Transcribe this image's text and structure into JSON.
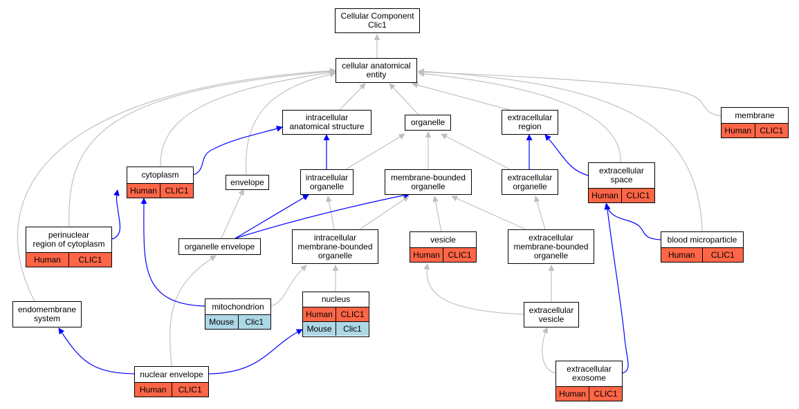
{
  "colors": {
    "is_a_edge": "#c0c0c0",
    "part_of_edge": "#0000ff",
    "human_tag": "#fe6647",
    "mouse_tag": "#add8e6",
    "node_border": "#000000"
  },
  "nodes": {
    "root": {
      "line1": "Cellular Component",
      "line2": "Clic1"
    },
    "cellular_anatomical_entity": {
      "line1": "cellular anatomical",
      "line2": "entity"
    },
    "intracellular_anatomical_structure": {
      "line1": "intracellular",
      "line2": "anatomical structure"
    },
    "organelle": {
      "line1": "organelle"
    },
    "extracellular_region": {
      "line1": "extracellular",
      "line2": "region"
    },
    "membrane": {
      "line1": "membrane",
      "tag1": {
        "species": "Human",
        "gene": "CLIC1"
      }
    },
    "cytoplasm": {
      "line1": "cytoplasm",
      "tag1": {
        "species": "Human",
        "gene": "CLIC1"
      }
    },
    "envelope": {
      "line1": "envelope"
    },
    "intracellular_organelle": {
      "line1": "intracellular",
      "line2": "organelle"
    },
    "membrane_bounded_organelle": {
      "line1": "membrane-bounded",
      "line2": "organelle"
    },
    "extracellular_organelle": {
      "line1": "extracellular",
      "line2": "organelle"
    },
    "extracellular_space": {
      "line1": "extracellular",
      "line2": "space",
      "tag1": {
        "species": "Human",
        "gene": "CLIC1"
      }
    },
    "perinuclear_region": {
      "line1": "perinuclear",
      "line2": "region of cytoplasm",
      "tag1": {
        "species": "Human",
        "gene": "CLIC1"
      }
    },
    "organelle_envelope": {
      "line1": "organelle envelope"
    },
    "intracellular_membrane_bounded_organelle": {
      "line1": "intracellular",
      "line2": "membrane-bounded",
      "line3": "organelle"
    },
    "vesicle": {
      "line1": "vesicle",
      "tag1": {
        "species": "Human",
        "gene": "CLIC1"
      }
    },
    "extracellular_membrane_bounded_organelle": {
      "line1": "extracellular",
      "line2": "membrane-bounded",
      "line3": "organelle"
    },
    "blood_microparticle": {
      "line1": "blood microparticle",
      "tag1": {
        "species": "Human",
        "gene": "CLIC1"
      }
    },
    "endomembrane_system": {
      "line1": "endomembrane",
      "line2": "system"
    },
    "mitochondrion": {
      "line1": "mitochondrion",
      "tag1": {
        "species": "Mouse",
        "gene": "Clic1"
      }
    },
    "nucleus": {
      "line1": "nucleus",
      "tag1": {
        "species": "Human",
        "gene": "CLIC1"
      },
      "tag2": {
        "species": "Mouse",
        "gene": "Clic1"
      }
    },
    "extracellular_vesicle": {
      "line1": "extracellular",
      "line2": "vesicle"
    },
    "nuclear_envelope": {
      "line1": "nuclear envelope",
      "tag1": {
        "species": "Human",
        "gene": "CLIC1"
      }
    },
    "extracellular_exosome": {
      "line1": "extracellular",
      "line2": "exosome",
      "tag1": {
        "species": "Human",
        "gene": "CLIC1"
      }
    }
  },
  "edges": [
    {
      "from": "cellular_anatomical_entity",
      "to": "root",
      "relation": "is_a"
    },
    {
      "from": "intracellular_anatomical_structure",
      "to": "cellular_anatomical_entity",
      "relation": "is_a"
    },
    {
      "from": "organelle",
      "to": "cellular_anatomical_entity",
      "relation": "is_a"
    },
    {
      "from": "extracellular_region",
      "to": "cellular_anatomical_entity",
      "relation": "is_a"
    },
    {
      "from": "membrane",
      "to": "cellular_anatomical_entity",
      "relation": "is_a"
    },
    {
      "from": "cytoplasm",
      "to": "cellular_anatomical_entity",
      "relation": "is_a"
    },
    {
      "from": "envelope",
      "to": "cellular_anatomical_entity",
      "relation": "is_a"
    },
    {
      "from": "extracellular_space",
      "to": "cellular_anatomical_entity",
      "relation": "is_a"
    },
    {
      "from": "perinuclear_region",
      "to": "cellular_anatomical_entity",
      "relation": "is_a"
    },
    {
      "from": "endomembrane_system",
      "to": "cellular_anatomical_entity",
      "relation": "is_a"
    },
    {
      "from": "blood_microparticle",
      "to": "cellular_anatomical_entity",
      "relation": "is_a"
    },
    {
      "from": "intracellular_organelle",
      "to": "organelle",
      "relation": "is_a"
    },
    {
      "from": "membrane_bounded_organelle",
      "to": "organelle",
      "relation": "is_a"
    },
    {
      "from": "extracellular_organelle",
      "to": "organelle",
      "relation": "is_a"
    },
    {
      "from": "organelle_envelope",
      "to": "envelope",
      "relation": "is_a"
    },
    {
      "from": "intracellular_membrane_bounded_organelle",
      "to": "intracellular_organelle",
      "relation": "is_a"
    },
    {
      "from": "intracellular_membrane_bounded_organelle",
      "to": "membrane_bounded_organelle",
      "relation": "is_a"
    },
    {
      "from": "vesicle",
      "to": "membrane_bounded_organelle",
      "relation": "is_a"
    },
    {
      "from": "extracellular_membrane_bounded_organelle",
      "to": "membrane_bounded_organelle",
      "relation": "is_a"
    },
    {
      "from": "extracellular_membrane_bounded_organelle",
      "to": "extracellular_organelle",
      "relation": "is_a"
    },
    {
      "from": "mitochondrion",
      "to": "intracellular_membrane_bounded_organelle",
      "relation": "is_a"
    },
    {
      "from": "nucleus",
      "to": "intracellular_membrane_bounded_organelle",
      "relation": "is_a"
    },
    {
      "from": "nuclear_envelope",
      "to": "organelle_envelope",
      "relation": "is_a"
    },
    {
      "from": "extracellular_vesicle",
      "to": "vesicle",
      "relation": "is_a"
    },
    {
      "from": "extracellular_vesicle",
      "to": "extracellular_membrane_bounded_organelle",
      "relation": "is_a"
    },
    {
      "from": "extracellular_exosome",
      "to": "extracellular_vesicle",
      "relation": "is_a"
    },
    {
      "from": "cytoplasm",
      "to": "intracellular_anatomical_structure",
      "relation": "part_of"
    },
    {
      "from": "intracellular_organelle",
      "to": "intracellular_anatomical_structure",
      "relation": "part_of"
    },
    {
      "from": "extracellular_organelle",
      "to": "extracellular_region",
      "relation": "part_of"
    },
    {
      "from": "extracellular_space",
      "to": "extracellular_region",
      "relation": "part_of"
    },
    {
      "from": "perinuclear_region",
      "to": "cytoplasm",
      "relation": "part_of"
    },
    {
      "from": "mitochondrion",
      "to": "cytoplasm",
      "relation": "part_of"
    },
    {
      "from": "organelle_envelope",
      "to": "intracellular_organelle",
      "relation": "part_of"
    },
    {
      "from": "organelle_envelope",
      "to": "membrane_bounded_organelle",
      "relation": "part_of"
    },
    {
      "from": "blood_microparticle",
      "to": "extracellular_space",
      "relation": "part_of"
    },
    {
      "from": "extracellular_exosome",
      "to": "extracellular_space",
      "relation": "part_of"
    },
    {
      "from": "nuclear_envelope",
      "to": "endomembrane_system",
      "relation": "part_of"
    },
    {
      "from": "nuclear_envelope",
      "to": "nucleus",
      "relation": "part_of"
    }
  ]
}
